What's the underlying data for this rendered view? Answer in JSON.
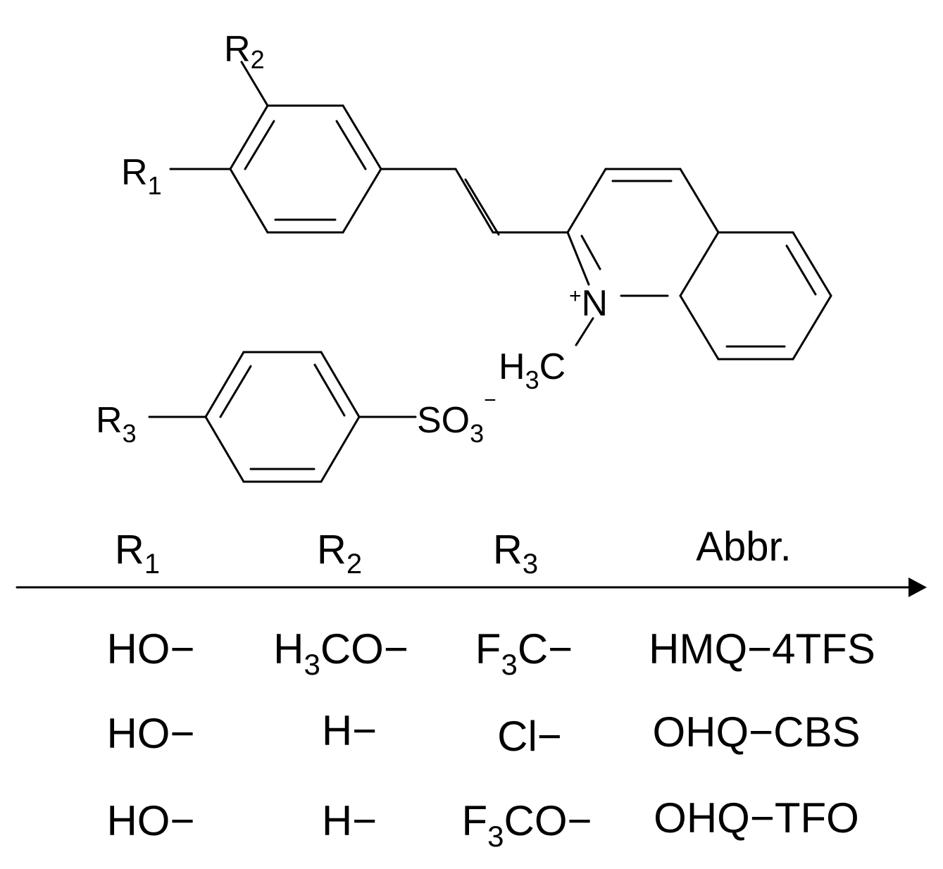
{
  "molecule": {
    "r1": {
      "symbol": "R",
      "sub": "1"
    },
    "r2": {
      "symbol": "R",
      "sub": "2"
    },
    "r3": {
      "symbol": "R",
      "sub": "3"
    },
    "n_plus": {
      "charge": "+",
      "symbol": "N"
    },
    "methyl": {
      "pre": "H",
      "sub": "3",
      "post": "C"
    },
    "sulfonate": {
      "pre": "SO",
      "sub": "3",
      "charge": "−"
    }
  },
  "table": {
    "headers": [
      {
        "main": "R",
        "sub": "1"
      },
      {
        "main": "R",
        "sub": "2"
      },
      {
        "main": "R",
        "sub": "3"
      },
      {
        "main": "Abbr.",
        "sub": ""
      }
    ],
    "rows": [
      {
        "r1": {
          "pre": "HO−",
          "sub": "",
          "post": ""
        },
        "r2": {
          "pre": "H",
          "sub": "3",
          "post": "CO−"
        },
        "r3": {
          "pre": "F",
          "sub": "3",
          "post": "C−"
        },
        "abbr": "HMQ−4TFS"
      },
      {
        "r1": {
          "pre": "HO−",
          "sub": "",
          "post": ""
        },
        "r2": {
          "pre": "H−",
          "sub": "",
          "post": ""
        },
        "r3": {
          "pre": "Cl−",
          "sub": "",
          "post": ""
        },
        "abbr": "OHQ−CBS"
      },
      {
        "r1": {
          "pre": "HO−",
          "sub": "",
          "post": ""
        },
        "r2": {
          "pre": "H−",
          "sub": "",
          "post": ""
        },
        "r3": {
          "pre": "F",
          "sub": "3",
          "post": "CO−"
        },
        "abbr": "OHQ−TFO"
      }
    ]
  },
  "colors": {
    "ink": "#000000",
    "background": "#ffffff"
  }
}
